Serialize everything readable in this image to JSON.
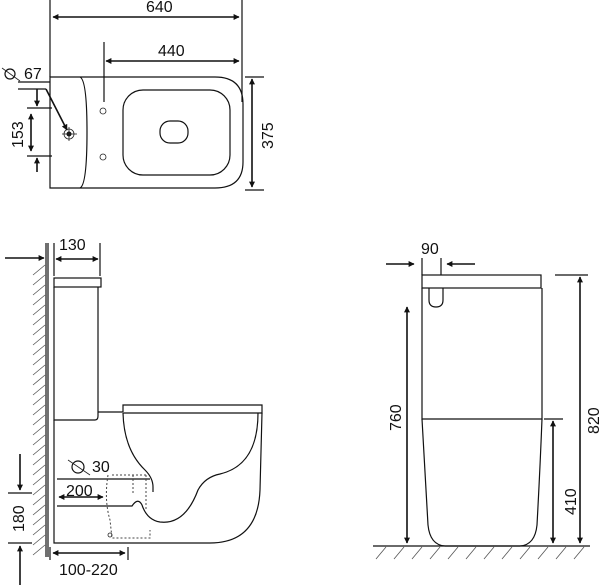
{
  "top_view": {
    "overall_length": "640",
    "seat_length": "440",
    "width": "375",
    "outlet_offset": "153",
    "inlet_diameter": "67",
    "diameter_symbol": "Ø"
  },
  "side_view": {
    "tank_to_wall": "130",
    "inlet_diameter": "30",
    "outlet_length": "200",
    "outlet_height": "180",
    "rough_in": "100-220",
    "diameter_symbol": "Ø"
  },
  "front_view": {
    "tank_offset": "90",
    "tank_height": "760",
    "seat_height": "410",
    "total_height": "820"
  },
  "colors": {
    "line": "#111111",
    "background": "#ffffff"
  }
}
